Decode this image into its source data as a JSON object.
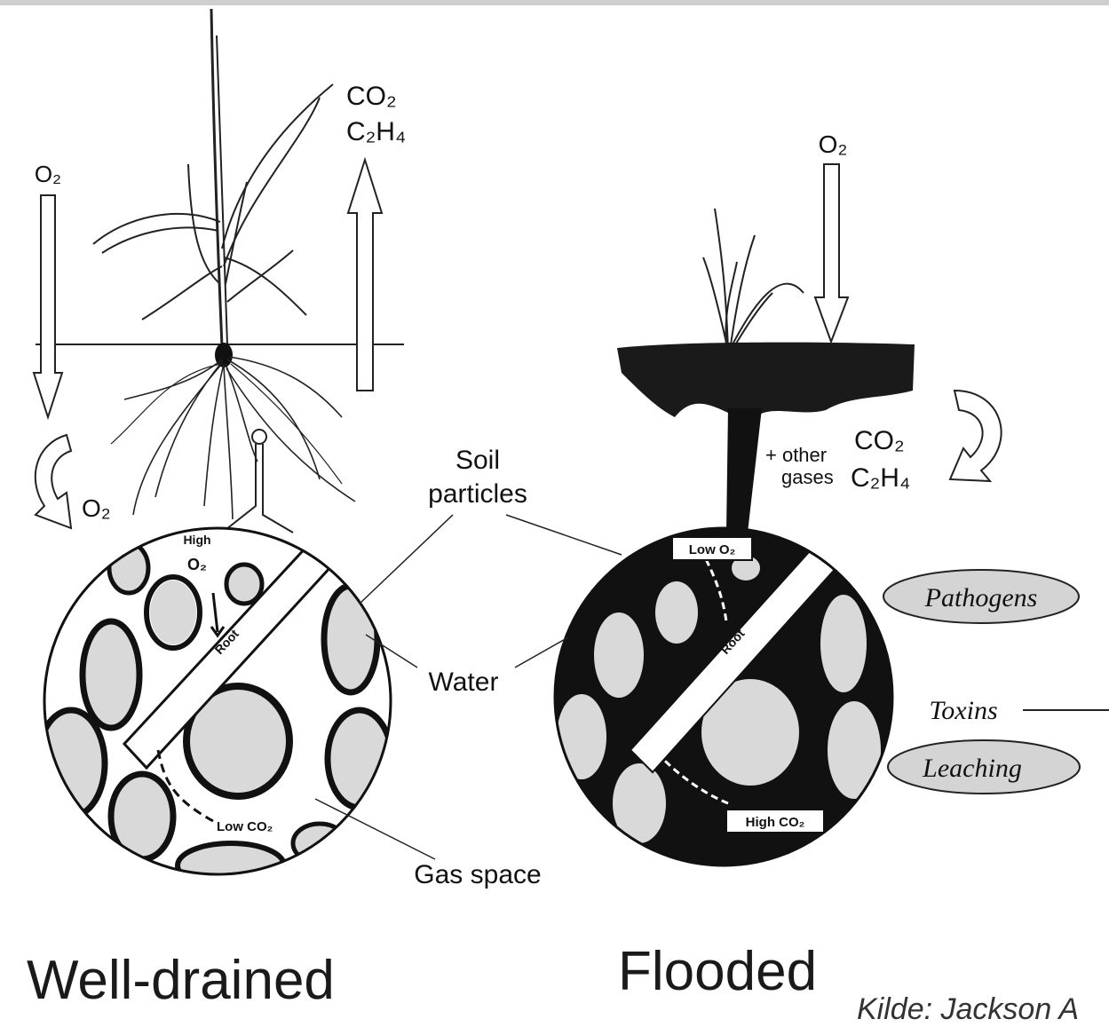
{
  "gases": {
    "o2": "O₂",
    "co2": "CO₂",
    "c2h4": "C₂H₄",
    "other_gases_line1": "+ other",
    "other_gases_line2": "gases"
  },
  "labels": {
    "soil_particles_line1": "Soil",
    "soil_particles_line2": "particles",
    "water": "Water",
    "gas_space": "Gas space",
    "high": "High",
    "low_co2": "Low CO₂",
    "low_o2": "Low O₂",
    "high_co2": "High CO₂",
    "root": "Root"
  },
  "effects": {
    "pathogens": "Pathogens",
    "toxins": "Toxins",
    "leaching": "Leaching"
  },
  "captions": {
    "well_drained": "Well-drained",
    "flooded": "Flooded"
  },
  "source": "Kilde: Jackson A"
}
